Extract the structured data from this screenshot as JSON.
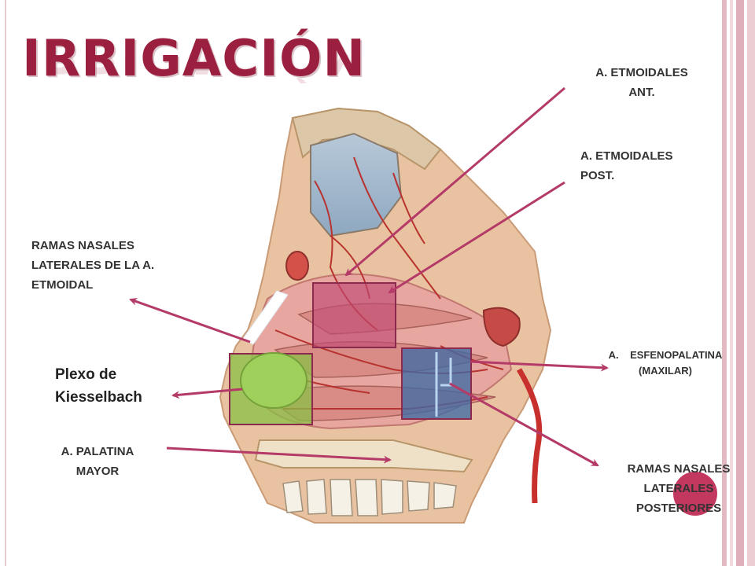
{
  "title": "IRRIGACIÓN",
  "colors": {
    "title": "#9b2040",
    "arrow": "#b43a68",
    "accent_circle": "#c2385f",
    "box_pink": "#c24a74",
    "box_green": "#88c046",
    "box_blue": "#3f6aa5"
  },
  "labels": {
    "etmoidales_ant": [
      "A. ETMOIDALES",
      "ANT."
    ],
    "etmoidales_post": [
      "A. ETMOIDALES",
      "POST."
    ],
    "ramas_nasales_laterales_etmoidal": [
      "RAMAS NASALES",
      "LATERALES DE LA  A.",
      "ETMOIDAL"
    ],
    "plexo": [
      "Plexo de",
      "Kiesselbach"
    ],
    "esfenopalatina": [
      "A.    ESFENOPALATINA",
      "(MAXILAR)"
    ],
    "palatina_mayor": [
      "A. PALATINA",
      "MAYOR"
    ],
    "ramas_nasales_posteriores": [
      "RAMAS NASALES",
      "LATERALES",
      "POSTERIORES"
    ]
  }
}
